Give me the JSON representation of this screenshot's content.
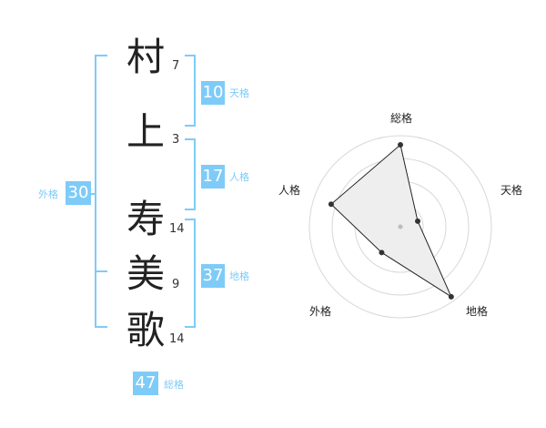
{
  "name": {
    "chars": [
      {
        "char": "村",
        "strokes": "7"
      },
      {
        "char": "上",
        "strokes": "3"
      },
      {
        "char": "寿",
        "strokes": "14"
      },
      {
        "char": "美",
        "strokes": "9"
      },
      {
        "char": "歌",
        "strokes": "14"
      }
    ]
  },
  "kakusu": {
    "tenkaku": {
      "value": "10",
      "label": "天格"
    },
    "jinkaku": {
      "value": "17",
      "label": "人格"
    },
    "chikaku": {
      "value": "37",
      "label": "地格"
    },
    "gaikaku": {
      "value": "30",
      "label": "外格"
    },
    "soukaku": {
      "value": "47",
      "label": "総格"
    }
  },
  "colors": {
    "accent": "#7ecbf8",
    "text": "#222222",
    "grid": "#d8d8d8",
    "fill": "#eeeeee"
  },
  "chart_data": {
    "type": "radar",
    "axes": [
      "総格",
      "天格",
      "地格",
      "外格",
      "人格"
    ],
    "values": [
      0.9,
      0.2,
      0.95,
      0.35,
      0.8
    ],
    "rings": 4
  }
}
